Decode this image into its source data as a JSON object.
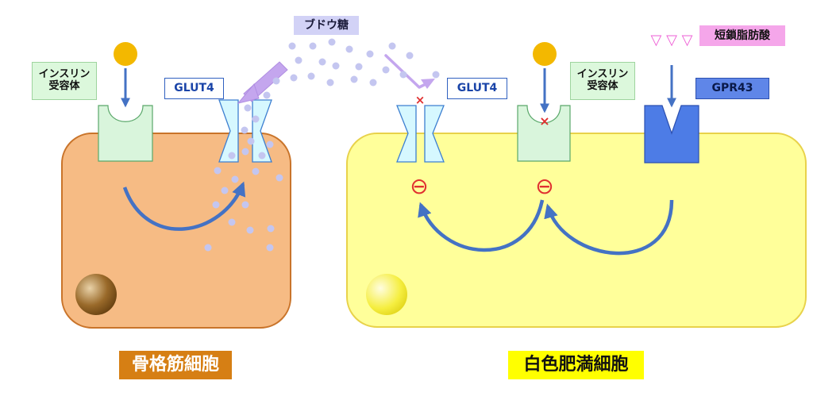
{
  "labels": {
    "glucose": "ブドウ糖",
    "scfa": "短鎖脂肪酸",
    "insulin_receptor_left": "インスリン\n受容体",
    "insulin_receptor_right": "インスリン\n受容体",
    "glut4_left": "GLUT4",
    "glut4_right": "GLUT4",
    "gpr43": "GPR43",
    "muscle_cell": "骨格筋細胞",
    "fat_cell": "白色肥満細胞"
  },
  "symbols": {
    "inhibit": "⊖",
    "block": "×",
    "scfa_marks": "▽ ▽ ▽"
  },
  "colors": {
    "muscle_fill": "#f6bb84",
    "muscle_border": "#c9742a",
    "fat_fill": "#ffff9a",
    "fat_border": "#e8d24a",
    "receptor_green": "#d9f5dc",
    "glut_cyan": "#d6f8ff",
    "gpr_blue": "#4d7ce6",
    "arrow_blue": "#4472c4",
    "glucose_dot": "#c4c6f0",
    "violet_arrow": "#c4a6ee",
    "insulin_dot": "#f3b800",
    "red": "#e03030",
    "pink": "#ee5fd6"
  }
}
